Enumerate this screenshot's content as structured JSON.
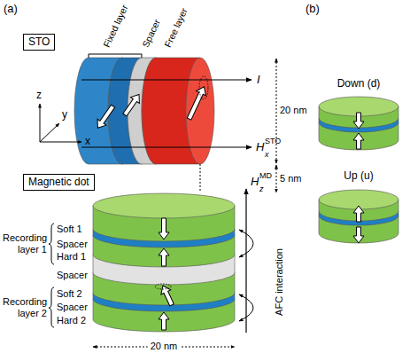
{
  "diagram": {
    "nodes": [
      {
        "text": [
          "STO"
        ]
      },
      {
        "text": [
          "Magnetic dot"
        ]
      }
    ],
    "labels": [
      "(a)",
      "(b)",
      "Fixed layer",
      "Spacer",
      "Free layer",
      "z",
      "y",
      "x",
      "I",
      "H",
      "x",
      "STO",
      "20 nm",
      "5 nm",
      "H",
      "z",
      "MD",
      "Recording layer 1",
      "Soft 1",
      "Spacer",
      "Hard 1",
      "Spacer",
      "Recording layer 2",
      "Soft 2",
      "Spacer",
      "Hard 2",
      "AFC interaction",
      "20 nm",
      "Down (d)",
      "Up (u)"
    ]
  }
}
